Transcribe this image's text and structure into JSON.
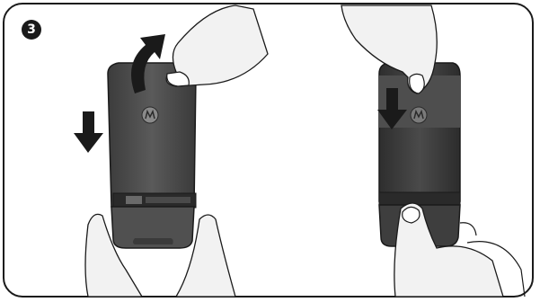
{
  "step": {
    "number": "3"
  },
  "illustration": {
    "left_panel": {
      "phone_logo": "motorola-logo",
      "arrows": [
        "arrow-down-icon",
        "arrow-curved-up-icon"
      ]
    },
    "right_panel": {
      "phone_logo": "motorola-logo",
      "arrows": [
        "arrow-down-icon"
      ]
    }
  },
  "colors": {
    "outline": "#1a1a1a",
    "phone_dark": "#3a3a3a",
    "phone_mid": "#555555",
    "phone_light": "#6e6e6e",
    "skin": "#f2f2f2"
  }
}
